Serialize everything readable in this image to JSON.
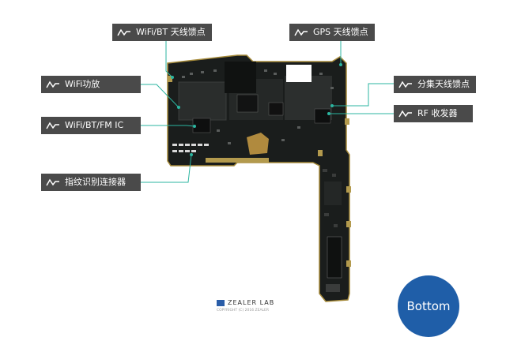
{
  "callouts": {
    "wifi_bt_antenna": "WiFi/BT 天线馈点",
    "gps_antenna": "GPS 天线馈点",
    "wifi_pa": "WiFi功放",
    "diversity_antenna": "分集天线馈点",
    "wifi_bt_fm_ic": "WiFi/BT/FM IC",
    "rf_transceiver": "RF 收发器",
    "fingerprint_connector": "指纹识别连接器"
  },
  "watermark": {
    "brand": "ZEALER LAB",
    "copyright": "COPYRIGHT (C) 2016 ZEALER"
  },
  "badge": {
    "label": "Bottom"
  },
  "colors": {
    "callout_bg": "#4a4a4a",
    "callout_text": "#ffffff",
    "leader_line": "#2bb5a0",
    "board": "#1a1d1c",
    "badge_bg": "#1f5ea8"
  },
  "icons": {
    "callout": "waveform-icon"
  }
}
